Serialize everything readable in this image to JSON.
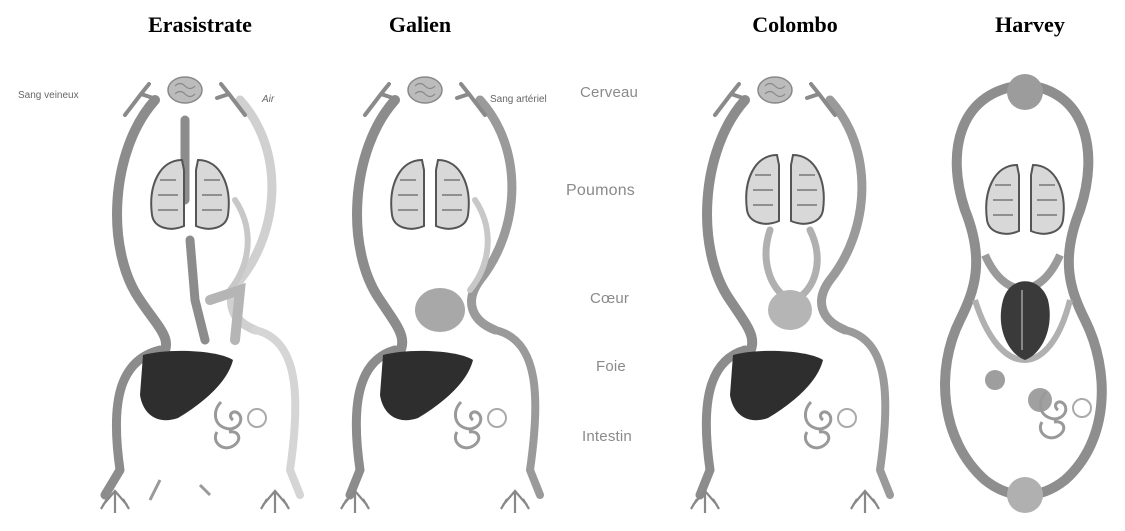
{
  "titles": {
    "erasistrate": "Erasistrate",
    "galien": "Galien",
    "colombo": "Colombo",
    "harvey": "Harvey"
  },
  "labels": {
    "sang_veineux": "Sang veineux",
    "air": "Air",
    "sang_arteriel": "Sang artériel",
    "cerveau": "Cerveau",
    "poumons": "Poumons",
    "coeur": "Cœur",
    "foie": "Foie",
    "intestin": "Intestin"
  },
  "colors": {
    "vein": "#8c8c8c",
    "artery": "#c4c4c4",
    "liver": "#2e2e2e",
    "heart_harvey": "#3a3a3a"
  }
}
